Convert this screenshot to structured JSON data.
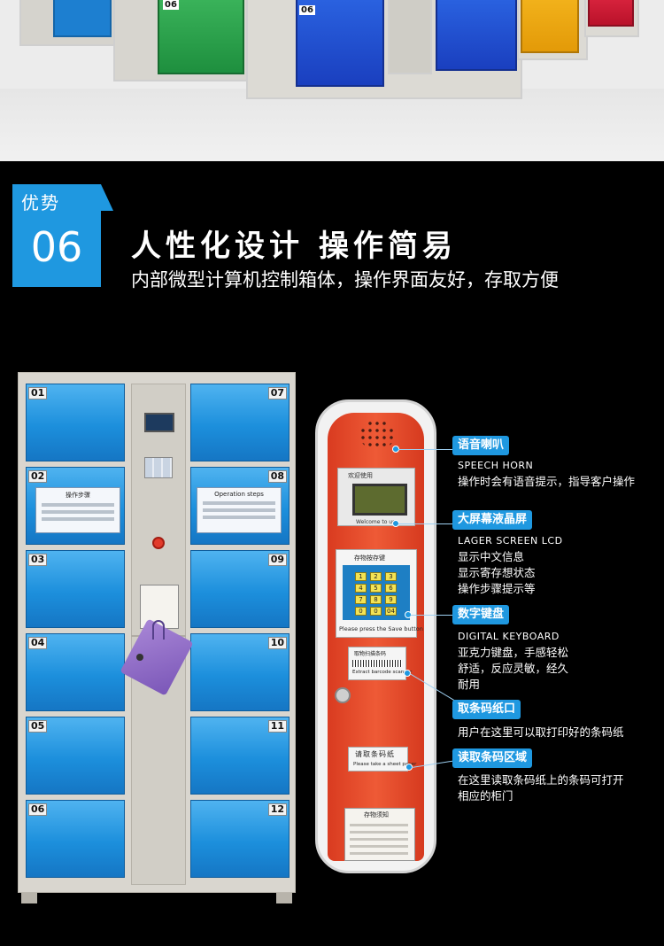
{
  "top_photo": {
    "door_labels": [
      "06",
      "06"
    ]
  },
  "section": {
    "badge_top": "优势",
    "badge_number": "06",
    "headline": "人性化设计 操作简易",
    "subline": "内部微型计算机控制箱体，操作界面友好，存取方便"
  },
  "locker": {
    "left_numbers": [
      "01",
      "02",
      "03",
      "04",
      "05",
      "06"
    ],
    "right_numbers": [
      "07",
      "08",
      "09",
      "10",
      "11",
      "12"
    ],
    "card_left_title": "操作步骤",
    "card_right_title": "Operation steps",
    "colors": {
      "door": "#1c8fdc",
      "body": "#d9d6cf"
    }
  },
  "panel": {
    "lcd_caption": "欢迎使用",
    "lcd_sub": "Welcome to use",
    "keypad_title": "存物按存键",
    "keys": [
      "1",
      "2",
      "3",
      "4",
      "5",
      "6",
      "7",
      "8",
      "9",
      "0",
      "0",
      "04"
    ],
    "keypad_hint": "Please press the Save button",
    "barcode_title": "取物扫描条码",
    "barcode_hint": "Extract barcode scanner",
    "reader_title": "请取条码纸",
    "reader_hint": "Please take a sheet paper",
    "notice_title": "存物须知",
    "colors": {
      "panel": "#e84a2c",
      "accent": "#1f98e0"
    }
  },
  "callouts": [
    {
      "tag": "语音喇叭",
      "lines": [
        "SPEECH  HORN",
        "操作时会有语音提示，指导客户操作"
      ]
    },
    {
      "tag": "大屏幕液晶屏",
      "lines": [
        "LAGER SCREEN LCD",
        "显示中文信息",
        "显示寄存想状态",
        "操作步骤提示等"
      ]
    },
    {
      "tag": "数字键盘",
      "lines": [
        "DIGITAL KEYBOARD",
        "亚克力键盘，手感轻松",
        "舒适，反应灵敏，经久",
        "耐用"
      ]
    },
    {
      "tag": "取条码纸口",
      "lines": [
        "用户在这里可以取打印好的条码纸"
      ]
    },
    {
      "tag": "读取条码区域",
      "lines": [
        "在这里读取条码纸上的条码可打开",
        "相应的柜门"
      ]
    }
  ]
}
